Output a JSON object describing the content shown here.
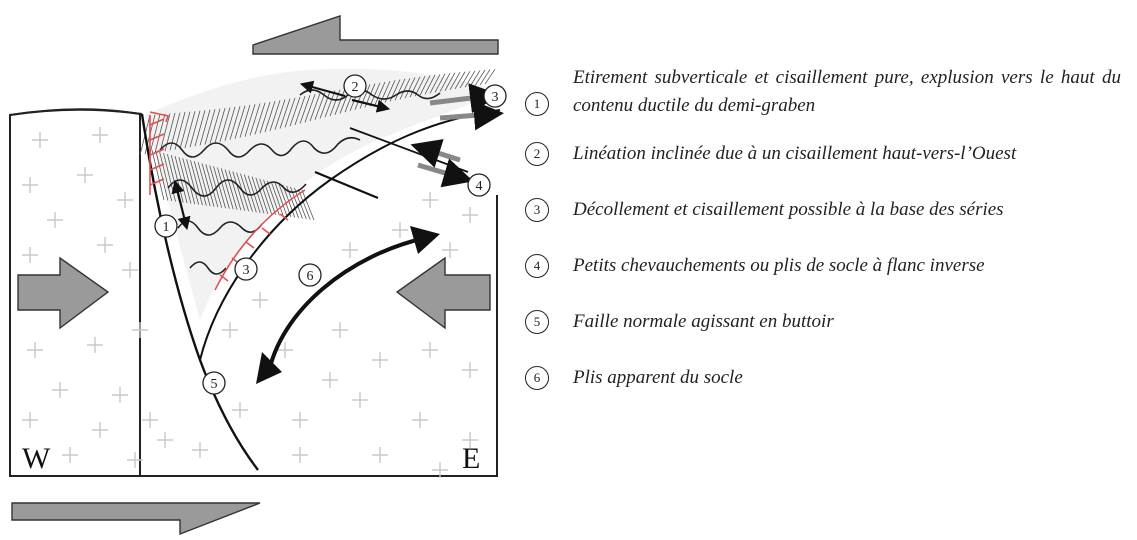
{
  "compass": {
    "west": "W",
    "east": "E"
  },
  "labels": [
    "1",
    "2",
    "3",
    "4",
    "5",
    "6"
  ],
  "legend": [
    {
      "num": "1",
      "text": "Etirement subverticale et cisaillement pure, explusion vers le haut du contenu ductile du demi-graben"
    },
    {
      "num": "2",
      "text": "Linéation inclinée due à un cisaillement haut-vers-l’Ouest"
    },
    {
      "num": "3",
      "text": "Décollement et cisaillement possible à la base des séries"
    },
    {
      "num": "4",
      "text": "Petits chevauchements ou plis de socle à flanc inverse"
    },
    {
      "num": "5",
      "text": "Faille normale agissant en buttoir"
    },
    {
      "num": "6",
      "text": "Plis apparent du socle"
    }
  ],
  "colors": {
    "shear": "#e05050",
    "arrow_fill": "#9a9a9a",
    "line": "#111111",
    "cross": "#c8c8c8"
  }
}
